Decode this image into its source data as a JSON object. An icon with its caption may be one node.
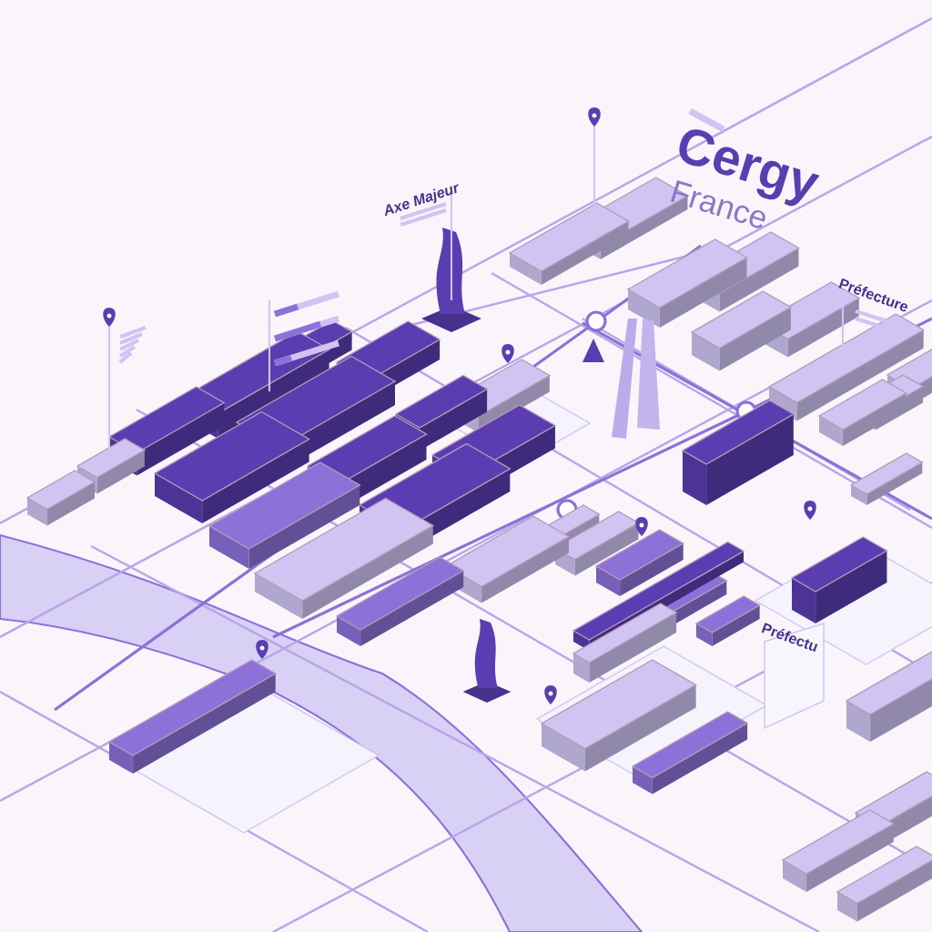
{
  "diagram": {
    "labels": [
      "Cergy",
      "France",
      "Axe Majeur",
      "Préfecture",
      "Préfectu"
    ]
  }
}
